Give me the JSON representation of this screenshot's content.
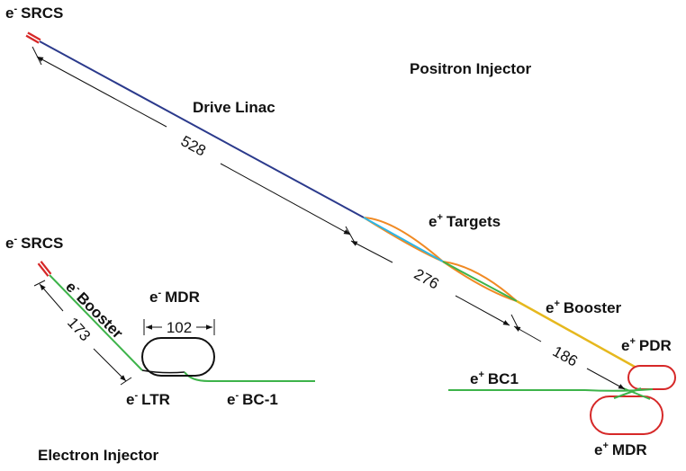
{
  "title_positron": "Positron Injector",
  "title_electron": "Electron Injector",
  "labels": {
    "src_top_base": "e",
    "src_top_sup": "-",
    "src_top_name": "SRCS",
    "src_bottom_base": "e",
    "src_bottom_sup": "-",
    "src_bottom_name": "SRCS",
    "drive_linac": "Drive Linac",
    "targets_base": "e",
    "targets_sup": "+",
    "targets_name": "Targets",
    "pos_booster_base": "e",
    "pos_booster_sup": "+",
    "pos_booster_name": "Booster",
    "pos_pdr_base": "e",
    "pos_pdr_sup": "+",
    "pos_pdr_name": "PDR",
    "pos_bc1_base": "e",
    "pos_bc1_sup": "+",
    "pos_bc1_name": "BC1",
    "pos_mdr_base": "e",
    "pos_mdr_sup": "+",
    "pos_mdr_name": "MDR",
    "ele_booster_base": "e",
    "ele_booster_sup": "-",
    "ele_booster_name": "Booster",
    "ele_mdr_base": "e",
    "ele_mdr_sup": "-",
    "ele_mdr_name": "MDR",
    "ele_ltr_base": "e",
    "ele_ltr_sup": "-",
    "ele_ltr_name": "LTR",
    "ele_bc1_base": "e",
    "ele_bc1_sup": "-",
    "ele_bc1_name": "BC-1"
  },
  "dimensions": {
    "drive_linac": "528",
    "targets": "276",
    "pos_booster": "186",
    "ele_booster": "173",
    "ele_mdr": "102"
  },
  "colors": {
    "drive_linac": "#2b3a8c",
    "targets": "#f08a24",
    "target_inner": "#2bb6e6",
    "booster": "#e6b81e",
    "beamline": "#3db34a",
    "ring_red": "#d62828",
    "ring_black": "#111111"
  }
}
